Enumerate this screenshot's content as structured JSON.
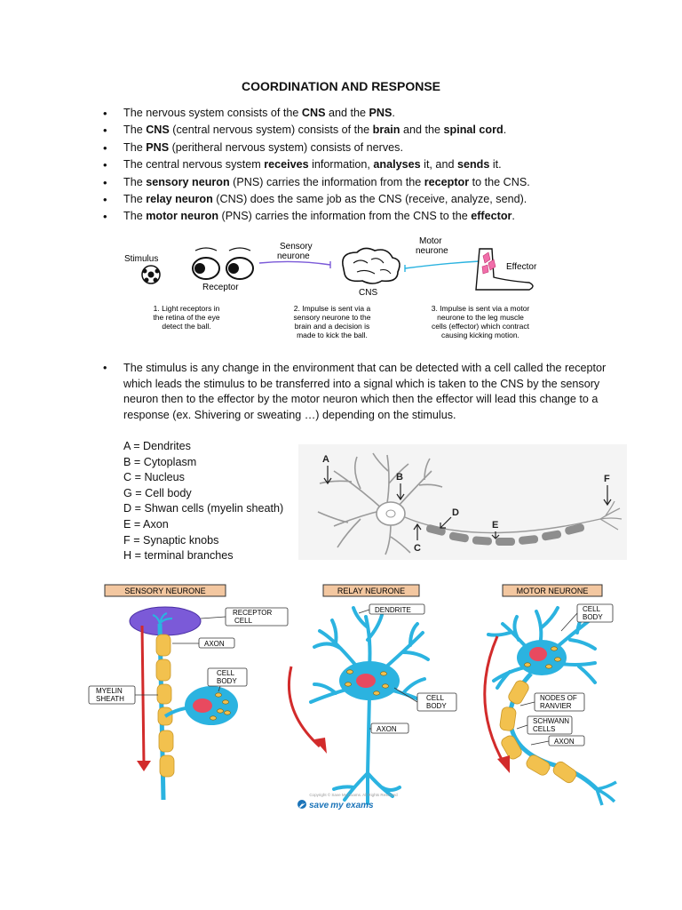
{
  "document": {
    "title": "COORDINATION AND RESPONSE",
    "bullets": [
      [
        {
          "t": "The nervous system consists of the "
        },
        {
          "t": "CNS",
          "b": true
        },
        {
          "t": " and the "
        },
        {
          "t": "PNS",
          "b": true
        },
        {
          "t": "."
        }
      ],
      [
        {
          "t": "The "
        },
        {
          "t": "CNS",
          "b": true
        },
        {
          "t": " (central nervous system) consists of the "
        },
        {
          "t": "brain",
          "b": true
        },
        {
          "t": " and the "
        },
        {
          "t": "spinal cord",
          "b": true
        },
        {
          "t": "."
        }
      ],
      [
        {
          "t": "The "
        },
        {
          "t": "PNS",
          "b": true
        },
        {
          "t": " (peritheral nervous system) consists of nerves."
        }
      ],
      [
        {
          "t": "The central nervous system "
        },
        {
          "t": "receives",
          "b": true
        },
        {
          "t": " information, "
        },
        {
          "t": "analyses",
          "b": true
        },
        {
          "t": " it, and "
        },
        {
          "t": "sends",
          "b": true
        },
        {
          "t": " it."
        }
      ],
      [
        {
          "t": "The "
        },
        {
          "t": "sensory neuron",
          "b": true
        },
        {
          "t": " (PNS) carries the information from the "
        },
        {
          "t": "receptor",
          "b": true
        },
        {
          "t": " to the CNS."
        }
      ],
      [
        {
          "t": "The "
        },
        {
          "t": "relay neuron",
          "b": true
        },
        {
          "t": " (CNS) does the same job as the CNS (receive, analyze, send)."
        }
      ],
      [
        {
          "t": "The "
        },
        {
          "t": "motor neuron",
          "b": true
        },
        {
          "t": " (PNS) carries the information from the CNS to the "
        },
        {
          "t": "effector",
          "b": true
        },
        {
          "t": "."
        }
      ]
    ],
    "stimulus_paragraph": "The stimulus is any change in the environment that can be detected with a cell called the receptor which leads the stimulus to be transferred into a signal which is taken to the CNS by the sensory neuron then to the effector by the motor neuron which then the effector will lead this change to a response (ex. Shivering or sweating …) depending on the stimulus.",
    "legend": [
      "A = Dendrites",
      "B = Cytoplasm",
      "C = Nucleus",
      "G = Cell body",
      "D = Shwan cells (myelin sheath)",
      "E = Axon",
      "F = Synaptic knobs",
      "H = terminal branches"
    ]
  },
  "pathway_diagram": {
    "stimulus": "Stimulus",
    "receptor": "Receptor",
    "sensory_l1": "Sensory",
    "sensory_l2": "neurone",
    "cns": "CNS",
    "motor_l1": "Motor",
    "motor_l2": "neurone",
    "effector": "Effector",
    "cap1": [
      "1. Light receptors in",
      "the retina of the eye",
      "detect the ball."
    ],
    "cap2": [
      "2. Impulse is sent via a",
      "sensory neurone to the",
      "brain and a decision is",
      "made to kick the ball."
    ],
    "cap3": [
      "3. Impulse is sent via a motor",
      "neurone to the leg muscle",
      "cells (effector) which contract",
      "causing kicking motion."
    ]
  },
  "neuron_diagram": {
    "labels": {
      "a": "A",
      "b": "B",
      "c": "C",
      "d": "D",
      "e": "E",
      "f": "F"
    }
  },
  "types_diagram": {
    "sensory_title": "SENSORY NEURONE",
    "relay_title": "RELAY NEURONE",
    "motor_title": "MOTOR NEURONE",
    "receptor_cell": [
      "RECEPTOR",
      "CELL"
    ],
    "axon": "AXON",
    "cell_body": [
      "CELL",
      "BODY"
    ],
    "myelin_sheath": [
      "MYELIN",
      "SHEATH"
    ],
    "dendrite": "DENDRITE",
    "nodes": [
      "NODES OF",
      "RANVIER"
    ],
    "schwann": [
      "SCHWANN",
      "CELLS"
    ],
    "copyright": "Copyright © Save My Exams. All Rights Reserved",
    "brand_prefix": "save",
    "brand_suffix": "my exams"
  },
  "colors": {
    "neuron_blue": "#2bb3e0",
    "myelin_yellow": "#f2c14e",
    "cell_body_purple": "#7b5ad8",
    "nucleus_red": "#e84a5f",
    "arrow_red": "#d22b2b",
    "title_box_fill": "#f3c7a0",
    "brand_blue": "#1a73b8"
  }
}
